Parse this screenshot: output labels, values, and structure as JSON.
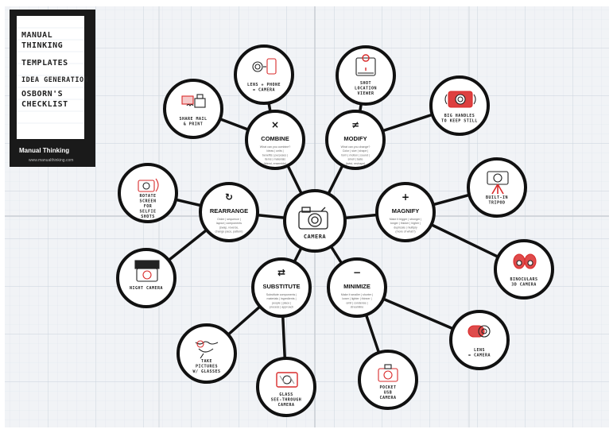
{
  "card": {
    "lines": [
      "MANUAL",
      "THINKING",
      "TEMPLATES",
      "IDEA GENERATION",
      "OSBORN'S",
      "CHECKLIST"
    ],
    "brand": "Manual Thinking",
    "url": "www.manualthinking.com"
  },
  "center": {
    "label": "CAMERA",
    "icon": "camera-icon"
  },
  "nodes": [
    {
      "key": "combine",
      "title": "COMBINE",
      "symbol": "×",
      "desc": [
        "What can you combine?",
        "Ideas | units |",
        "benefits | purposes |",
        "items | materials",
        "(blend, ensemble)"
      ]
    },
    {
      "key": "modify",
      "title": "MODIFY",
      "symbol": "≠",
      "desc": [
        "What can you change?",
        "Color | size | shape |",
        "form | motion | sound |",
        "smell | taste",
        "(twist, reshape)"
      ]
    },
    {
      "key": "rearrange",
      "title": "REARRANGE",
      "symbol": "↻",
      "desc": [
        "Order | sequence |",
        "layout | components",
        "(swap, reverse,",
        "change pace, pattern)"
      ]
    },
    {
      "key": "magnify",
      "title": "MAGNIFY",
      "symbol": "+",
      "desc": [
        "Make it bigger | stronger |",
        "longer | thicker | higher |",
        "duplicate | multiply",
        "(more of what?)"
      ]
    },
    {
      "key": "substitute",
      "title": "SUBSTITUTE",
      "symbol": "⇄",
      "desc": [
        "Substitute components |",
        "materials | ingredients |",
        "people | place |",
        "process | approach"
      ]
    },
    {
      "key": "minimize",
      "title": "MINIMIZE",
      "symbol": "−",
      "desc": [
        "Make it smaller | shorter |",
        "lower | lighter | thinner |",
        "omit | condense |",
        "streamline"
      ]
    }
  ],
  "sketches": [
    {
      "key": "lens-phone",
      "caption": [
        "LENS + PHONE",
        "= CAMERA"
      ],
      "icon": "phone-lens-icon"
    },
    {
      "key": "print",
      "caption": [
        "SHARE MAIL",
        "& PRINT"
      ],
      "icon": "printer-icon"
    },
    {
      "key": "gps",
      "caption": [
        "SHOT",
        "LOCATION",
        "VIEWER"
      ],
      "icon": "map-pin-icon"
    },
    {
      "key": "big-handles",
      "caption": [
        "BIG HANDLES",
        "TO KEEP STILL"
      ],
      "icon": "red-camera-icon"
    },
    {
      "key": "selfie",
      "caption": [
        "ROTATE",
        "SCREEN",
        "FOR",
        "SELFIE",
        "SHOTS"
      ],
      "icon": "rotating-screen-icon"
    },
    {
      "key": "tripod",
      "caption": [
        "BUILT-IN",
        "TRIPOD"
      ],
      "icon": "tripod-camera-icon"
    },
    {
      "key": "night",
      "caption": [
        "NIGHT CAMERA"
      ],
      "icon": "night-camera-icon"
    },
    {
      "key": "binoculars",
      "caption": [
        "BINOCULARS",
        "3D CAMERA"
      ],
      "icon": "binoculars-icon"
    },
    {
      "key": "glasses",
      "caption": [
        "TAKE",
        "PICTURES",
        "W/ GLASSES"
      ],
      "icon": "glasses-icon"
    },
    {
      "key": "lens-cam",
      "caption": [
        "LENS",
        "= CAMERA"
      ],
      "icon": "lens-camera-icon"
    },
    {
      "key": "see-through",
      "caption": [
        "GLASS",
        "SEE-THROUGH",
        "CAMERA"
      ],
      "icon": "glass-camera-icon"
    },
    {
      "key": "pocket",
      "caption": [
        "POCKET",
        "USB",
        "CAMERA"
      ],
      "icon": "usb-camera-icon"
    }
  ],
  "colors": {
    "accent": "#d92b2b",
    "ink": "#111111",
    "grid": "#d6dde6",
    "paper": "#f1f3f6",
    "card": "#1a1a1a"
  }
}
